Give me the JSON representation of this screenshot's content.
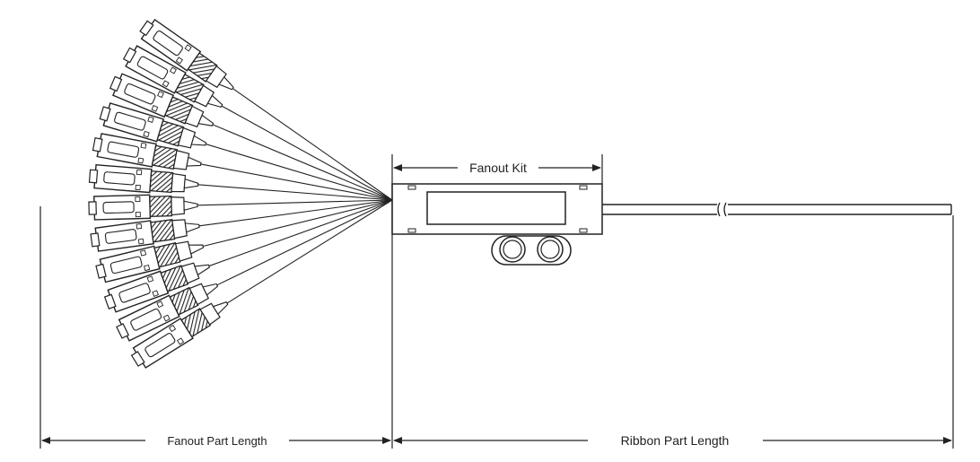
{
  "labels": {
    "fanout_kit": "Fanout Kit",
    "fanout_part_length": "Fanout Part Length",
    "ribbon_part_length": "Ribbon Part Length"
  },
  "connector_count": 12,
  "colors": {
    "line": "#222222",
    "background": "#ffffff"
  }
}
